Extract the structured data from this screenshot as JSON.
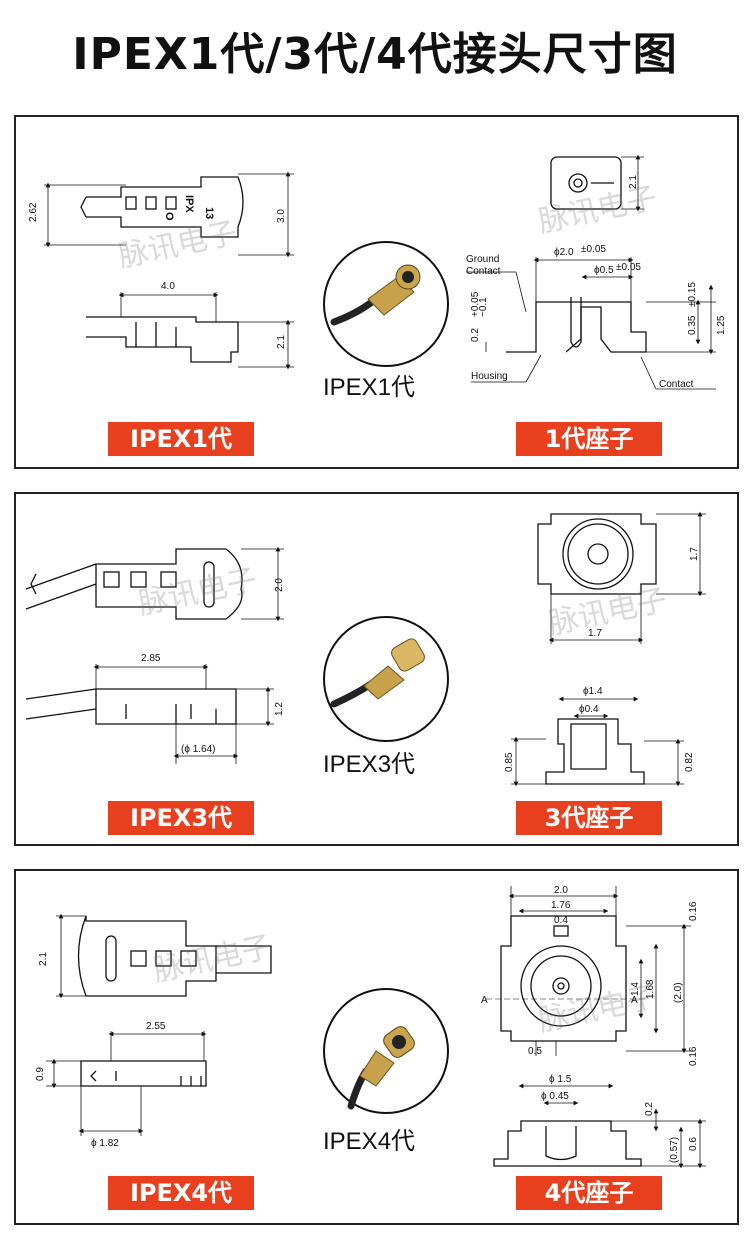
{
  "title": "IPEX1代/3代/4代接头尺寸图",
  "watermark": "脉讯电子",
  "panels": [
    {
      "plug_label": "IPEX1代",
      "photo_caption": "IPEX1代",
      "socket_label": "1代座子",
      "plug_dims": [
        "2.62",
        "3.0",
        "4.0",
        "2.1"
      ],
      "plug_marks": [
        "13",
        "IPX",
        "O"
      ],
      "socket_dims": [
        "ϕ2.0",
        "±0.05",
        "ϕ0.5",
        "±0.05",
        "2.1",
        "0.2",
        "+0.05",
        "−0.1",
        "0.35",
        "±0.15",
        "1.25"
      ],
      "socket_callouts": [
        "Ground",
        "Contact",
        "Housing",
        "Contact"
      ]
    },
    {
      "plug_label": "IPEX3代",
      "photo_caption": "IPEX3代",
      "socket_label": "3代座子",
      "plug_dims": [
        "2.0",
        "2.85",
        "1.2",
        "(ϕ 1.64)"
      ],
      "socket_dims": [
        "1.7",
        "1.7",
        "ϕ1.4",
        "ϕ0.4",
        "0.85",
        "0.82"
      ]
    },
    {
      "plug_label": "IPEX4代",
      "photo_caption": "IPEX4代",
      "socket_label": "4代座子",
      "plug_dims": [
        "2.1",
        "2.55",
        "0.9",
        "ϕ 1.82"
      ],
      "socket_dims": [
        "2.0",
        "1.76",
        "0.4",
        "0.16",
        "1.68",
        "1.4",
        "(2.0)",
        "0.16",
        "0.5",
        "A",
        "A",
        "ϕ 1.5",
        "ϕ 0.45",
        "0.2",
        "(0.57)",
        "0.6"
      ]
    }
  ]
}
